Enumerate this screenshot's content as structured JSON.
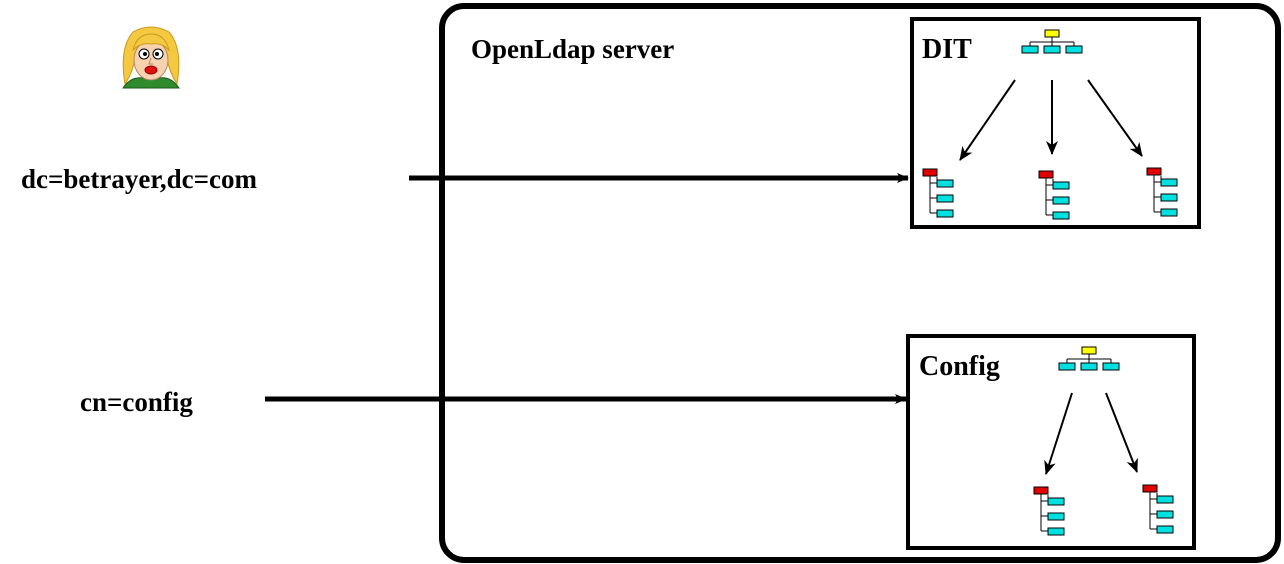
{
  "diagram": {
    "server": {
      "label": "OpenLdap server"
    },
    "dit": {
      "label": "DIT"
    },
    "config": {
      "label": "Config"
    },
    "inputs": {
      "dc": "dc=betrayer,dc=com",
      "cn": "cn=config"
    },
    "icons": {
      "user": "user-avatar-icon",
      "tree": "hierarchy-tree-icon",
      "subtree": "subtree-icon"
    },
    "colors": {
      "stroke": "#000000",
      "root_node": "#ffff00",
      "child_node": "#00e0e0",
      "subtree_root": "#e00000",
      "hair": "#f5c842",
      "skin": "#f6d2b0",
      "shirt": "#2e8b2e"
    }
  }
}
